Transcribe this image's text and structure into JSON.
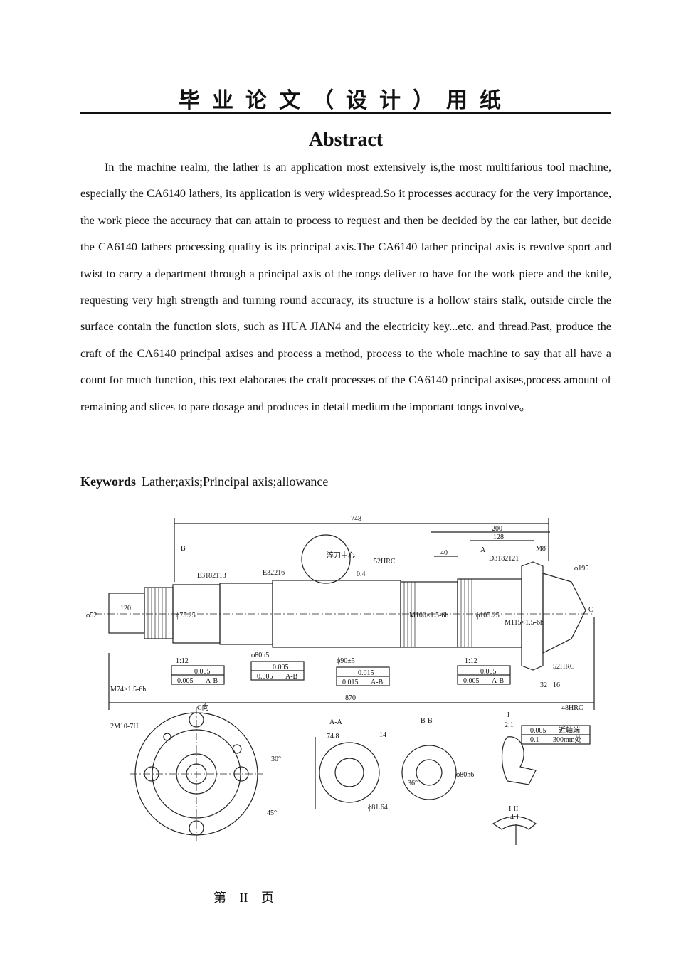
{
  "header": {
    "title": "毕业论文（设计）用纸"
  },
  "abstract": {
    "title": "Abstract",
    "body": "In the machine realm, the lather is an application most extensively is,the most multifarious tool machine, especially the CA6140 lathers, its application is very widespread.So it processes accuracy for the very importance, the work piece the accuracy that can attain to process to request and then be decided by the car lather, but decide the CA6140 lathers processing quality is its principal axis.The CA6140 lather principal axis is revolve sport and twist to carry a department through a principal axis of the tongs deliver to have for the work piece and the knife, requesting very high strength and turning round accuracy, its structure is a hollow stairs stalk, outside circle the surface contain the function slots, such as HUA JIAN4 and the electricity key...etc. and thread.Past, produce the craft of the CA6140 principal axises and process a method, process to the whole machine to say that all have a count for much function, this text elaborates the craft processes of the CA6140 principal axises,process amount of remaining and slices to pare dosage and produces in detail medium the important tongs involve。"
  },
  "keywords": {
    "label": "Keywords",
    "value": "Lather;axis;Principal axis;allowance"
  },
  "drawing": {
    "dims": {
      "total_top": "748",
      "d200": "200",
      "d128": "128",
      "d40": "40",
      "b_mark": "B",
      "a_mark": "A",
      "d3182121": "D3182121",
      "m8": "M8",
      "e3182113": "E3182113",
      "e32216": "E32216",
      "center_label": "淬刀中心",
      "hrc52": "52HRC",
      "ra04": "0.4",
      "d195": "ϕ195",
      "c_mark": "C",
      "d52": "ϕ52",
      "d120": "120",
      "m74": "M74×1.5-6h",
      "d75": "ϕ75.25",
      "m100": "M100×1.5-6h",
      "d105": "ϕ105.25",
      "m115": "M115×1.5-6h",
      "taper1": "1:12",
      "taper2": "1:12",
      "tol_a1": "0.005",
      "tol_b1": "0.005",
      "datum1": "A-B",
      "tol_a2": "0.005",
      "tol_b2": "0.005",
      "datum2": "A-B",
      "tol_a3": "0.015",
      "tol_b3": "0.015",
      "datum3": "A-B",
      "tol_a4": "0.005",
      "tol_b4": "0.005",
      "datum4": "A-B",
      "d80": "ϕ80h5",
      "d90": "ϕ90±5",
      "total_bottom": "870",
      "d32": "32",
      "d16": "16",
      "hrc52b": "52HRC",
      "c_view": "C向",
      "m10": "2M10-7H",
      "angle30": "30°",
      "angle45": "45°",
      "sec_aa": "A-A",
      "sec_bb": "B-B",
      "d74": "74.8",
      "d14": "14",
      "d81": "ϕ81.64",
      "d36": "36°",
      "d80b": "ϕ80h6",
      "detail_i": "I",
      "scale_i": "2:1",
      "detail_i_ii": "I-II",
      "scale_i_ii": "4:1",
      "hrc48": "48HRC",
      "tol_c": "0.005",
      "note_c": "近轴端",
      "tol_d": "0.1",
      "note_d": "300mm处"
    }
  },
  "footer": {
    "page": "第 II 页"
  }
}
